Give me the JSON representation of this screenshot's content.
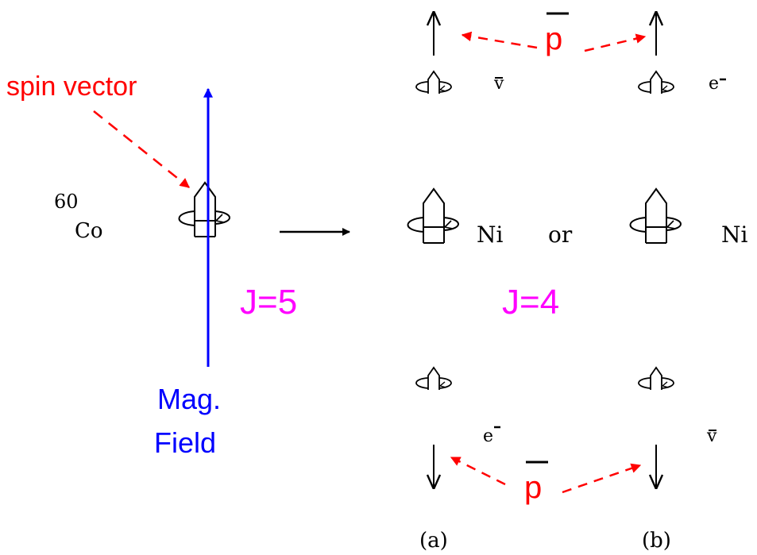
{
  "labels": {
    "spin_vector": "spin vector",
    "isotope_mass": "60",
    "isotope_symbol": "Co",
    "mag_field_line1": "Mag.",
    "mag_field_line2": "Field",
    "j_initial": "J=5",
    "j_final": "J=4",
    "product_a": "Ni",
    "or_word": "or",
    "product_b": "Ni",
    "momentum_top": "p",
    "momentum_bottom": "p",
    "antineutrino_a": "v",
    "electron_b": "e",
    "electron_a": "e",
    "antineutrino_b": "v",
    "case_a": "(a)",
    "case_b": "(b)"
  },
  "colors": {
    "red": "#ff0000",
    "blue": "#0000ff",
    "magenta": "#ff00ff",
    "ink": "#000000"
  },
  "icons": {
    "spin_top": "spinning-top-icon",
    "arrow": "arrow-icon"
  }
}
